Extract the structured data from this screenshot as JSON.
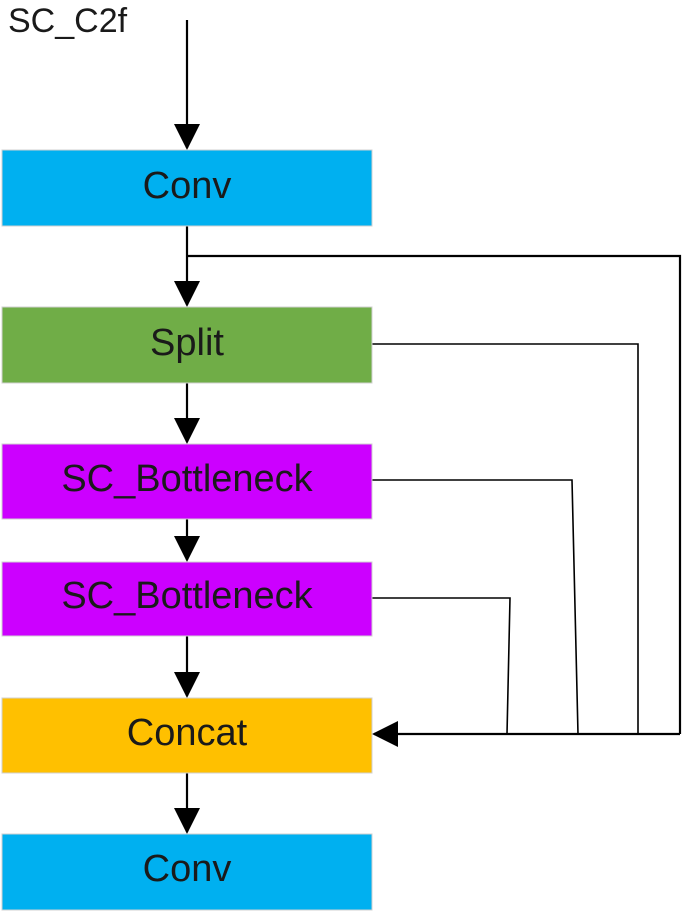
{
  "title": "SC_C2f",
  "blocks": {
    "conv_in": {
      "label": "Conv",
      "color": "#00B0F0"
    },
    "split": {
      "label": "Split",
      "color": "#70AD47"
    },
    "bottleneck_1": {
      "label": "SC_Bottleneck",
      "color": "#CC00FF"
    },
    "bottleneck_2": {
      "label": "SC_Bottleneck",
      "color": "#CC00FF"
    },
    "concat": {
      "label": "Concat",
      "color": "#FFC000"
    },
    "conv_out": {
      "label": "Conv",
      "color": "#00B0F0"
    }
  },
  "connections": [
    {
      "from": "input",
      "to": "conv_in"
    },
    {
      "from": "conv_in",
      "to": "split"
    },
    {
      "from": "conv_in",
      "to": "concat"
    },
    {
      "from": "split",
      "to": "bottleneck_1"
    },
    {
      "from": "split",
      "to": "concat"
    },
    {
      "from": "bottleneck_1",
      "to": "bottleneck_2"
    },
    {
      "from": "bottleneck_1",
      "to": "concat"
    },
    {
      "from": "bottleneck_2",
      "to": "concat"
    },
    {
      "from": "concat",
      "to": "conv_out"
    }
  ]
}
